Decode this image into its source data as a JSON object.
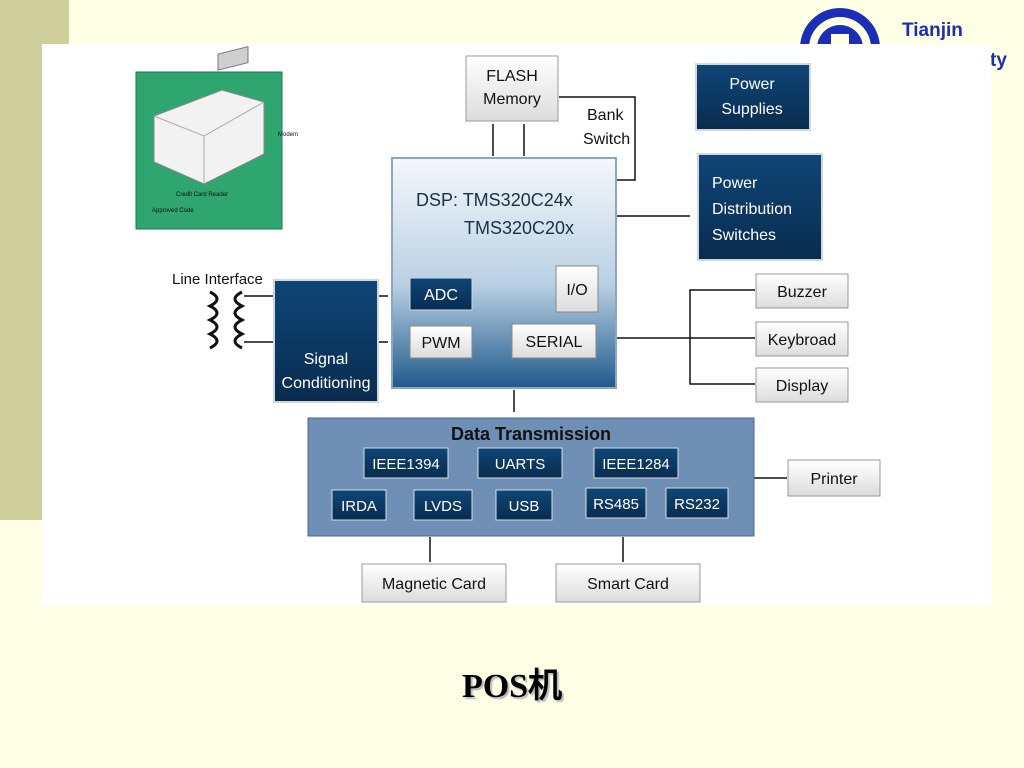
{
  "header": {
    "university_line1": "Tianjin",
    "university_line2": "ty"
  },
  "pos_image": {
    "label_modem": "Modem",
    "label_reader": "Credit Card Reader",
    "label_approved": "Approved Code"
  },
  "blocks": {
    "flash": [
      "FLASH",
      "Memory"
    ],
    "bank_switch": [
      "Bank",
      "Switch"
    ],
    "power_supplies": [
      "Power",
      "Supplies"
    ],
    "power_dist": [
      "Power",
      "Distribution",
      "Switches"
    ],
    "dsp_line1": "DSP: TMS320C24x",
    "dsp_line2": "TMS320C20x",
    "adc": "ADC",
    "io": "I/O",
    "pwm": "PWM",
    "serial": "SERIAL",
    "line_interface": "Line Interface",
    "signal_cond": [
      "Signal",
      "Conditioning"
    ],
    "buzzer": "Buzzer",
    "keyboard": "Keybroad",
    "display": "Display",
    "data_transmission": "Data Transmission",
    "ieee1394": "IEEE1394",
    "uarts": "UARTS",
    "ieee1284": "IEEE1284",
    "irda": "IRDA",
    "lvds": "LVDS",
    "usb": "USB",
    "rs485": "RS485",
    "rs232": "RS232",
    "printer": "Printer",
    "magnetic_card": "Magnetic Card",
    "smart_card": "Smart Card"
  },
  "caption": "POS机",
  "colors": {
    "dark_block": "#0c3a64",
    "data_panel": "#6f8fb4",
    "pos_green": "#2fa56f",
    "title_blue": "#1a2fb5"
  }
}
